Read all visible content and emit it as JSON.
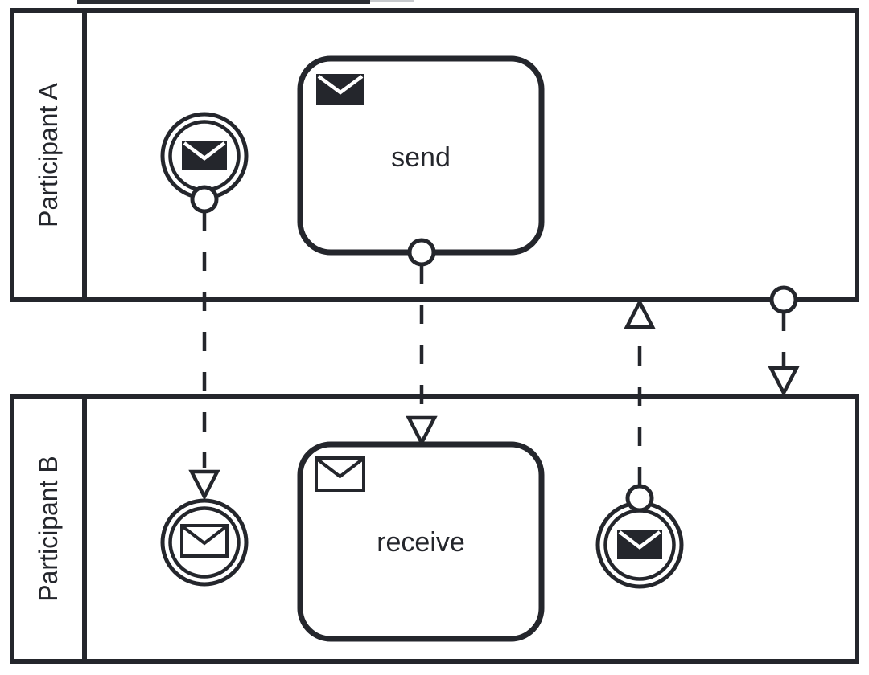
{
  "colors": {
    "ink": "#24262c",
    "background": "#ffffff"
  },
  "pools": {
    "a": {
      "label": "Participant A"
    },
    "b": {
      "label": "Participant B"
    }
  },
  "tasks": {
    "send": {
      "label": "send",
      "icon": "message-filled-icon"
    },
    "receive": {
      "label": "receive",
      "icon": "message-outline-icon"
    }
  },
  "events": {
    "message_throw_a": {
      "icon": "message-filled-icon"
    },
    "message_catch_b": {
      "icon": "message-outline-icon"
    },
    "message_throw_b": {
      "icon": "message-filled-icon"
    }
  }
}
